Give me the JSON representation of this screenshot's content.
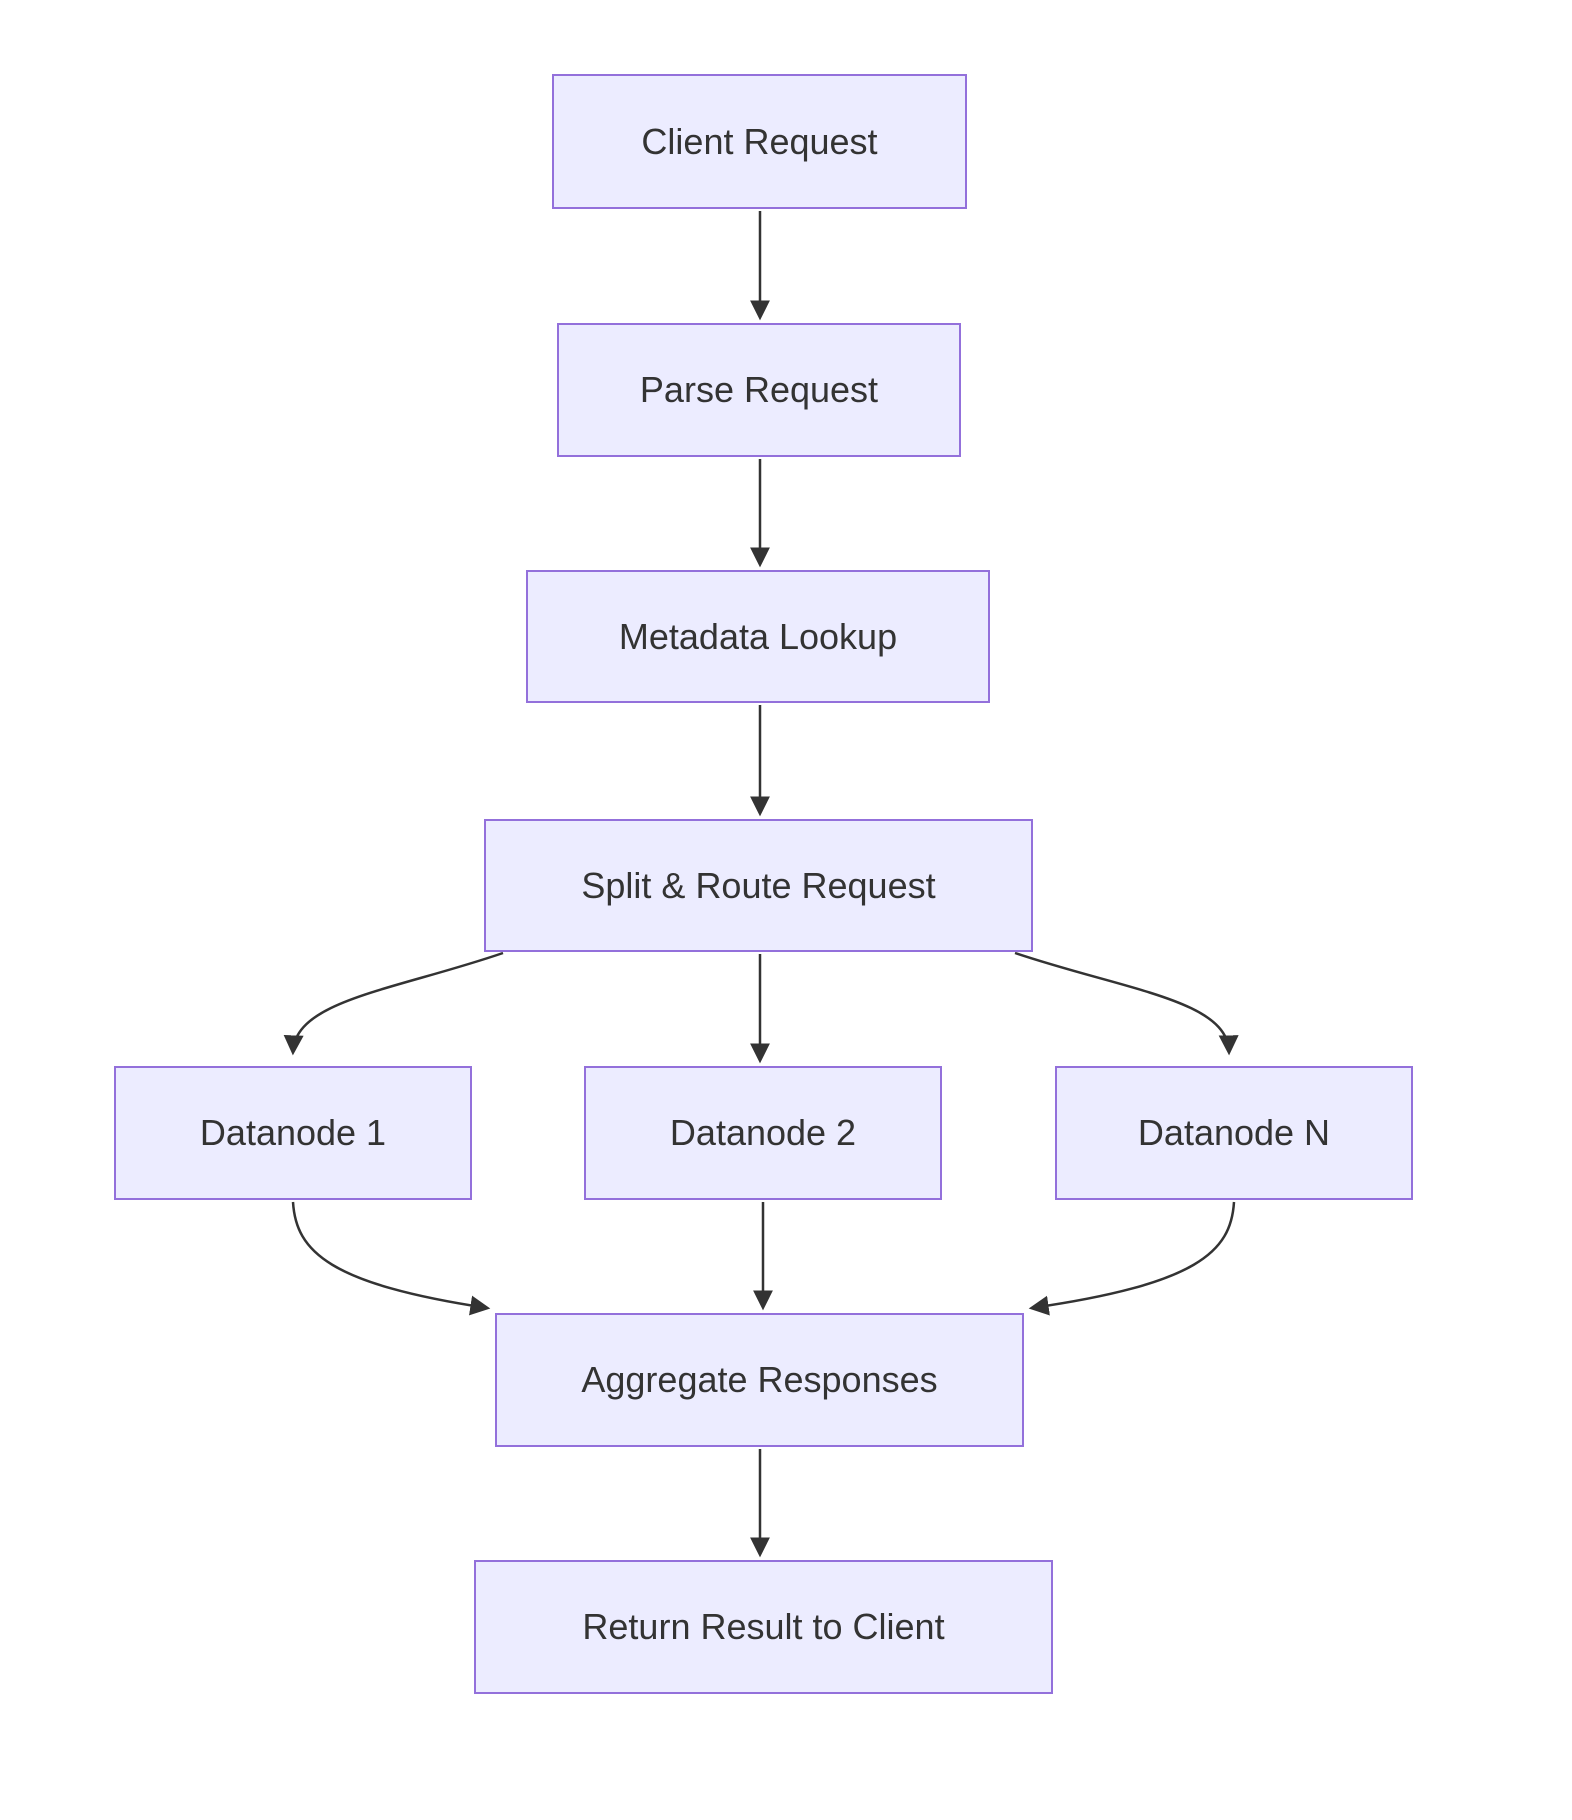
{
  "diagram": {
    "type": "flowchart",
    "direction": "top-down",
    "colors": {
      "node_fill": "#ECECFF",
      "node_border": "#9370DB",
      "edge": "#333333",
      "text": "#333333",
      "background": "#FFFFFF"
    },
    "nodes": [
      {
        "id": "client",
        "label": "Client Request"
      },
      {
        "id": "parse",
        "label": "Parse Request"
      },
      {
        "id": "metadata",
        "label": "Metadata Lookup"
      },
      {
        "id": "split",
        "label": "Split & Route Request"
      },
      {
        "id": "dn1",
        "label": "Datanode 1"
      },
      {
        "id": "dn2",
        "label": "Datanode 2"
      },
      {
        "id": "dnN",
        "label": "Datanode N"
      },
      {
        "id": "agg",
        "label": "Aggregate Responses"
      },
      {
        "id": "ret",
        "label": "Return Result to Client"
      }
    ],
    "edges": [
      {
        "from": "Client Request",
        "to": "Parse Request"
      },
      {
        "from": "Parse Request",
        "to": "Metadata Lookup"
      },
      {
        "from": "Metadata Lookup",
        "to": "Split & Route Request"
      },
      {
        "from": "Split & Route Request",
        "to": "Datanode 1"
      },
      {
        "from": "Split & Route Request",
        "to": "Datanode 2"
      },
      {
        "from": "Split & Route Request",
        "to": "Datanode N"
      },
      {
        "from": "Datanode 1",
        "to": "Aggregate Responses"
      },
      {
        "from": "Datanode 2",
        "to": "Aggregate Responses"
      },
      {
        "from": "Datanode N",
        "to": "Aggregate Responses"
      },
      {
        "from": "Aggregate Responses",
        "to": "Return Result to Client"
      }
    ]
  }
}
